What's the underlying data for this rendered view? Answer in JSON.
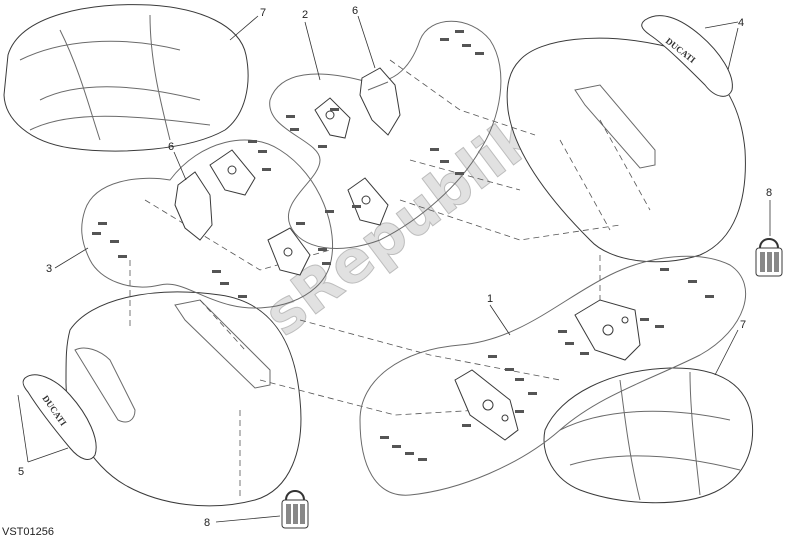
{
  "drawing_code": "VST01256",
  "callouts": {
    "c1": "1",
    "c2": "2",
    "c3": "3",
    "c4": "4",
    "c5": "5",
    "c6a": "6",
    "c6b": "6",
    "c7a": "7",
    "c7b": "7",
    "c8a": "8",
    "c8b": "8"
  },
  "watermark": "PartsRepublik",
  "badge_text": "DUCATI"
}
